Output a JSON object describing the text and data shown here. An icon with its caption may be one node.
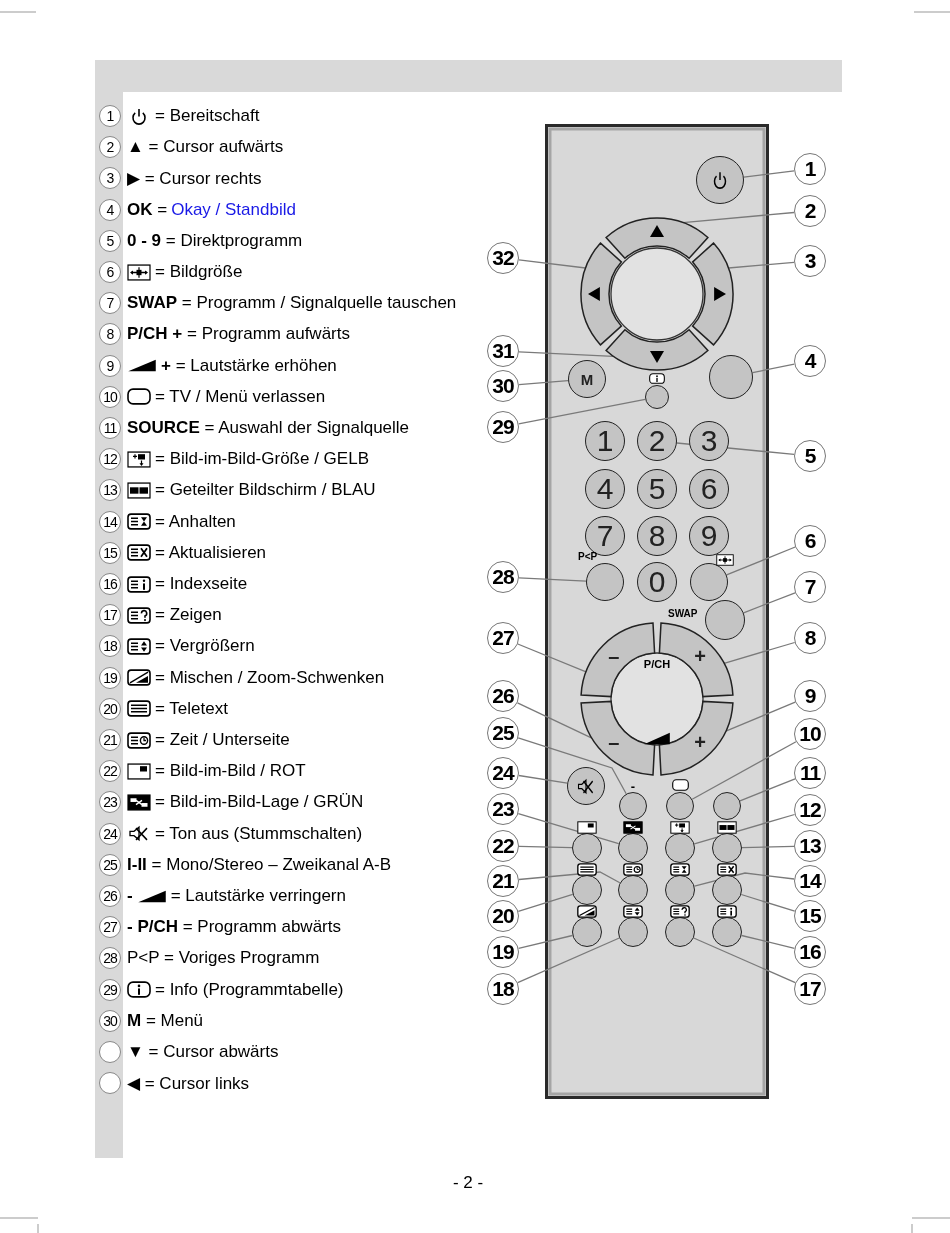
{
  "diagram": {
    "nodes": [
      {
        "text": [
          "1"
        ],
        "beside": [
          "= Bereitschaft"
        ]
      },
      {
        "text": [
          "2"
        ],
        "beside": [
          "▲ = Cursor aufwärts"
        ]
      },
      {
        "text": [
          "3"
        ],
        "beside": [
          "▶ = Cursor rechts"
        ]
      },
      {
        "text": [
          "4"
        ],
        "beside": [
          "**OK** =",
          "Okay / Standbild"
        ]
      },
      {
        "text": [
          "5"
        ],
        "beside": [
          "**0 - 9** = Direktprogramm"
        ]
      },
      {
        "text": [
          "6"
        ],
        "beside": [
          "= Bildgröße"
        ]
      },
      {
        "text": [
          "7"
        ],
        "beside": [
          "**SWAP** = Programm / Signalquelle tauschen"
        ]
      },
      {
        "text": [
          "8"
        ],
        "beside": [
          "**P/CH +** = Programm aufwärts"
        ]
      },
      {
        "text": [
          "9"
        ],
        "beside": [
          "**+** = Lautstärke erhöhen"
        ]
      },
      {
        "text": [
          "10"
        ],
        "beside": [
          "= TV / Menü verlassen"
        ]
      },
      {
        "text": [
          "11"
        ],
        "beside": [
          "**SOURCE** = Auswahl der Signalquelle"
        ]
      },
      {
        "text": [
          "12"
        ],
        "beside": [
          "= Bild-im-Bild-Größe / GELB"
        ]
      },
      {
        "text": [
          "13"
        ],
        "beside": [
          "= Geteilter Bildschirm / BLAU"
        ]
      },
      {
        "text": [
          "14"
        ],
        "beside": [
          "= Anhalten"
        ]
      },
      {
        "text": [
          "15"
        ],
        "beside": [
          "= Aktualisieren"
        ]
      },
      {
        "text": [
          "16"
        ],
        "beside": [
          "= Indexseite"
        ]
      },
      {
        "text": [
          "17"
        ],
        "beside": [
          "= Zeigen"
        ]
      },
      {
        "text": [
          "18"
        ],
        "beside": [
          "= Vergrößern"
        ]
      },
      {
        "text": [
          "19"
        ],
        "beside": [
          "= Mischen / Zoom-Schwenken"
        ]
      },
      {
        "text": [
          "20"
        ],
        "beside": [
          "= Teletext"
        ]
      },
      {
        "text": [
          "21"
        ],
        "beside": [
          "= Zeit / Unterseite"
        ]
      },
      {
        "text": [
          "22"
        ],
        "beside": [
          "= Bild-im-Bild / ROT"
        ]
      },
      {
        "text": [
          "23"
        ],
        "beside": [
          "= Bild-im-Bild-Lage / GRÜN"
        ]
      },
      {
        "text": [
          "24"
        ],
        "beside": [
          "= Ton aus (Stummschalten)"
        ]
      },
      {
        "text": [
          "25"
        ],
        "beside": [
          "**I-II** = Mono/Stereo – Zweikanal A-B"
        ]
      },
      {
        "text": [
          "26"
        ],
        "beside": [
          "**-**",
          "= Lautstärke verringern"
        ]
      },
      {
        "text": [
          "27"
        ],
        "beside": [
          "**- P/CH** = Programm abwärts"
        ]
      },
      {
        "text": [
          "28"
        ],
        "beside": [
          "P<P = Voriges Programm"
        ]
      },
      {
        "text": [
          "29"
        ],
        "beside": [
          "= Info (Programmtabelle)"
        ]
      },
      {
        "text": [
          "30"
        ],
        "beside": [
          "**M** = Menü"
        ]
      },
      {
        "text": [],
        "shape": "circle",
        "beside": [
          "▼ = Cursor abwärts"
        ]
      },
      {
        "text": [],
        "shape": "circle",
        "beside": [
          "◀ = Cursor links"
        ]
      },
      {
        "text": [],
        "shape": "circle"
      },
      {
        "text": [],
        "shape": "arc"
      },
      {
        "text": [],
        "shape": "arc"
      },
      {
        "text": [],
        "shape": "arc"
      },
      {
        "text": [],
        "shape": "arc"
      },
      {
        "text": [
          "M"
        ]
      },
      {
        "text": [],
        "shape": "circle"
      },
      {
        "text": [],
        "shape": "circle"
      },
      {
        "text": [
          "1"
        ]
      },
      {
        "text": [
          "2"
        ]
      },
      {
        "text": [
          "3"
        ]
      },
      {
        "text": [
          "4"
        ]
      },
      {
        "text": [
          "5"
        ]
      },
      {
        "text": [
          "6"
        ]
      },
      {
        "text": [
          "7"
        ]
      },
      {
        "text": [
          "8"
        ]
      },
      {
        "text": [
          "9"
        ]
      },
      {
        "text": [
          "P<P"
        ]
      },
      {
        "text": [
          "0"
        ]
      },
      {
        "text": [],
        "shape": "circle"
      },
      {
        "text": [
          "SWAP"
        ]
      },
      {
        "text": [
          "–"
        ]
      },
      {
        "text": [
          "+"
        ]
      },
      {
        "text": [
          "–"
        ]
      },
      {
        "text": [
          "+"
        ]
      },
      {
        "text": [],
        "shape": "circle"
      },
      {
        "text": [
          "-"
        ]
      },
      {
        "text": [],
        "shape": "circle"
      },
      {
        "text": [],
        "shape": "circle"
      },
      {
        "text": [],
        "shape": "circle"
      },
      {
        "text": [],
        "shape": "circle"
      },
      {
        "text": [],
        "shape": "circle"
      },
      {
        "text": [],
        "shape": "circle"
      },
      {
        "text": [],
        "shape": "circle"
      },
      {
        "text": [],
        "shape": "circle"
      },
      {
        "text": [],
        "shape": "circle"
      },
      {
        "text": [],
        "shape": "circle"
      },
      {
        "text": [],
        "shape": "circle"
      },
      {
        "text": [],
        "shape": "circle"
      },
      {
        "text": [],
        "shape": "circle"
      },
      {
        "text": [],
        "shape": "circle"
      },
      {
        "text": [
          "1"
        ]
      },
      {
        "text": [
          "2"
        ]
      },
      {
        "text": [
          "3"
        ]
      },
      {
        "text": [
          "4"
        ]
      },
      {
        "text": [
          "5"
        ]
      },
      {
        "text": [
          "6"
        ]
      },
      {
        "text": [
          "7"
        ]
      },
      {
        "text": [
          "8"
        ]
      },
      {
        "text": [
          "9"
        ]
      },
      {
        "text": [
          "10"
        ]
      },
      {
        "text": [
          "11"
        ]
      },
      {
        "text": [
          "12"
        ]
      },
      {
        "text": [
          "13"
        ]
      },
      {
        "text": [
          "14"
        ]
      },
      {
        "text": [
          "15"
        ]
      },
      {
        "text": [
          "16"
        ]
      },
      {
        "text": [
          "17"
        ]
      },
      {
        "text": [
          "18"
        ]
      },
      {
        "text": [
          "19"
        ]
      },
      {
        "text": [
          "20"
        ]
      },
      {
        "text": [
          "21"
        ]
      },
      {
        "text": [
          "22"
        ]
      },
      {
        "text": [
          "23"
        ]
      },
      {
        "text": [
          "24"
        ]
      },
      {
        "text": [
          "25"
        ]
      },
      {
        "text": [
          "26"
        ]
      },
      {
        "text": [
          "27"
        ]
      },
      {
        "text": [
          "28"
        ]
      },
      {
        "text": [
          "29"
        ]
      },
      {
        "text": [
          "30"
        ]
      },
      {
        "text": [
          "31"
        ]
      },
      {
        "text": [
          "32"
        ]
      }
    ],
    "edges": [
      {
        "from": 73,
        "to": 32,
        "arrow": "none"
      },
      {
        "from": 74,
        "to": 33,
        "arrow": "none"
      },
      {
        "from": 75,
        "to": 35,
        "arrow": "none"
      },
      {
        "from": 76,
        "to": 38,
        "arrow": "none"
      },
      {
        "from": 77,
        "to": 41,
        "arrow": "none"
      },
      {
        "from": 78,
        "to": 51,
        "arrow": "none"
      },
      {
        "from": 79,
        "to": 52,
        "arrow": "none"
      },
      {
        "from": 80,
        "to": 54,
        "arrow": "none"
      },
      {
        "from": 81,
        "to": 56,
        "arrow": "none"
      },
      {
        "from": 82,
        "to": 59,
        "arrow": "none"
      },
      {
        "from": 83,
        "to": 60,
        "arrow": "none"
      },
      {
        "from": 84,
        "to": 63,
        "arrow": "none"
      },
      {
        "from": 85,
        "to": 64,
        "arrow": "none"
      },
      {
        "from": 86,
        "to": 67,
        "arrow": "none"
      },
      {
        "from": 87,
        "to": 68,
        "arrow": "none"
      },
      {
        "from": 88,
        "to": 72,
        "arrow": "none"
      },
      {
        "from": 89,
        "to": 71,
        "arrow": "none"
      },
      {
        "from": 90,
        "to": 70,
        "arrow": "none"
      },
      {
        "from": 91,
        "to": 69,
        "arrow": "none"
      },
      {
        "from": 92,
        "to": 65,
        "arrow": "none"
      },
      {
        "from": 93,
        "to": 66,
        "arrow": "none"
      },
      {
        "from": 94,
        "to": 61,
        "arrow": "none"
      },
      {
        "from": 95,
        "to": 62,
        "arrow": "none"
      },
      {
        "from": 96,
        "to": 57,
        "arrow": "none"
      },
      {
        "from": 97,
        "to": 58,
        "arrow": "none"
      },
      {
        "from": 98,
        "to": 55,
        "arrow": "none"
      },
      {
        "from": 99,
        "to": 53,
        "arrow": "none"
      },
      {
        "from": 100,
        "to": 49,
        "arrow": "none"
      },
      {
        "from": 101,
        "to": 39,
        "arrow": "none"
      },
      {
        "from": 102,
        "to": 37,
        "arrow": "none"
      },
      {
        "from": 103,
        "to": 36,
        "arrow": "none"
      },
      {
        "from": 104,
        "to": 34,
        "arrow": "none"
      }
    ],
    "labels": [
      "P/CH",
      "- 2 -"
    ]
  }
}
